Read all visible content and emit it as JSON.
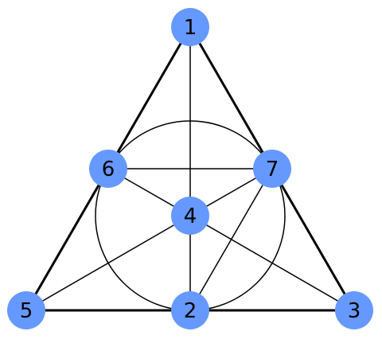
{
  "diagram": {
    "type": "fano-plane",
    "colors": {
      "node_fill": "#6699ff",
      "edge": "#000000",
      "background": "#ffffff"
    },
    "nodes": [
      {
        "id": "1",
        "label": "1"
      },
      {
        "id": "2",
        "label": "2"
      },
      {
        "id": "3",
        "label": "3"
      },
      {
        "id": "4",
        "label": "4"
      },
      {
        "id": "5",
        "label": "5"
      },
      {
        "id": "6",
        "label": "6"
      },
      {
        "id": "7",
        "label": "7"
      }
    ],
    "lines": [
      [
        "1",
        "6",
        "5"
      ],
      [
        "1",
        "7",
        "3"
      ],
      [
        "5",
        "2",
        "3"
      ],
      [
        "1",
        "4",
        "2"
      ],
      [
        "6",
        "4",
        "3"
      ],
      [
        "7",
        "4",
        "5"
      ],
      [
        "6",
        "7",
        "2"
      ]
    ],
    "thick_edges": [
      [
        "1",
        "6"
      ],
      [
        "6",
        "5"
      ],
      [
        "1",
        "7"
      ],
      [
        "7",
        "3"
      ],
      [
        "5",
        "2"
      ],
      [
        "2",
        "3"
      ]
    ]
  }
}
